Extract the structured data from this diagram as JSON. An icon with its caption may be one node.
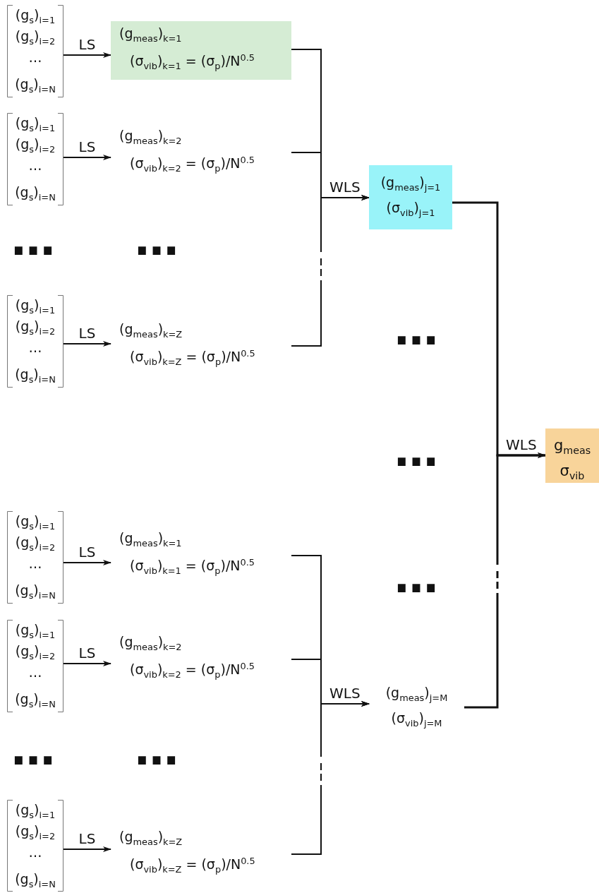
{
  "diagram": {
    "nodes": [
      {
        "text": [
          "(g$_{s}$)$_{i=1}$",
          "(g$_{s}$)$_{i=2}$",
          "…",
          "(g$_{s}$)$_{i=N}$"
        ]
      },
      {
        "text": [
          "(g$_{meas}$)$_{k=1}$",
          "(σ$_{vib}$)$_{k=1}$ = (σ$_{p}$)/N$^{0.5}$"
        ]
      },
      {
        "text": [
          "(g$_{s}$)$_{i=1}$",
          "(g$_{s}$)$_{i=2}$",
          "…",
          "(g$_{s}$)$_{i=N}$"
        ]
      },
      {
        "text": [
          "(g$_{meas}$)$_{k=2}$",
          "(σ$_{vib}$)$_{k=2}$ = (σ$_{p}$)/N$^{0.5}$"
        ]
      },
      {
        "text": [
          "(g$_{s}$)$_{i=1}$",
          "(g$_{s}$)$_{i=2}$",
          "…",
          "(g$_{s}$)$_{i=N}$"
        ]
      },
      {
        "text": [
          "(g$_{meas}$)$_{k=Z}$",
          "(σ$_{vib}$)$_{k=Z}$ = (σ$_{p}$)/N$^{0.5}$"
        ]
      },
      {
        "text": [
          "(g$_{meas}$)$_{j=1}$",
          "(σ$_{vib}$)$_{j=1}$"
        ]
      },
      {
        "text": [
          "(g$_{s}$)$_{i=1}$",
          "(g$_{s}$)$_{i=2}$",
          "…",
          "(g$_{s}$)$_{i=N}$"
        ]
      },
      {
        "text": [
          "(g$_{meas}$)$_{k=1}$",
          "(σ$_{vib}$)$_{k=1}$ = (σ$_{p}$)/N$^{0.5}$"
        ]
      },
      {
        "text": [
          "(g$_{s}$)$_{i=1}$",
          "(g$_{s}$)$_{i=2}$",
          "…",
          "(g$_{s}$)$_{i=N}$"
        ]
      },
      {
        "text": [
          "(g$_{meas}$)$_{k=2}$",
          "(σ$_{vib}$)$_{k=2}$ = (σ$_{p}$)/N$^{0.5}$"
        ]
      },
      {
        "text": [
          "(g$_{s}$)$_{i=1}$",
          "(g$_{s}$)$_{i=2}$",
          "…",
          "(g$_{s}$)$_{i=N}$"
        ]
      },
      {
        "text": [
          "(g$_{meas}$)$_{k=Z}$",
          "(σ$_{vib}$)$_{k=Z}$ = (σ$_{p}$)/N$^{0.5}$"
        ]
      },
      {
        "text": [
          "(g$_{meas}$)$_{j=M}$",
          "(σ$_{vib}$)$_{j=M}$"
        ]
      },
      {
        "text": [
          "g$_{meas}$",
          "σ$_{vib}$"
        ]
      }
    ],
    "edges": [
      {
        "from": 0,
        "to": 1,
        "arrow": "to",
        "label": "LS"
      },
      {
        "from": 2,
        "to": 3,
        "arrow": "to",
        "label": "LS"
      },
      {
        "from": 4,
        "to": 5,
        "arrow": "to",
        "label": "LS"
      },
      {
        "from": 7,
        "to": 8,
        "arrow": "to",
        "label": "LS"
      },
      {
        "from": 9,
        "to": 10,
        "arrow": "to",
        "label": "LS"
      },
      {
        "from": 11,
        "to": 12,
        "arrow": "to",
        "label": "LS"
      },
      {
        "from": 1,
        "to": 6,
        "arrow": "to",
        "label": "WLS"
      },
      {
        "from": 3,
        "to": 6,
        "arrow": "to"
      },
      {
        "from": 5,
        "to": 6,
        "arrow": "to",
        "style": "dashed"
      },
      {
        "from": 8,
        "to": 13,
        "arrow": "to",
        "label": "WLS"
      },
      {
        "from": 10,
        "to": 13,
        "arrow": "to"
      },
      {
        "from": 12,
        "to": 13,
        "arrow": "to",
        "style": "dashed"
      },
      {
        "from": 6,
        "to": 14,
        "arrow": "to",
        "label": "WLS"
      },
      {
        "from": 13,
        "to": 14,
        "arrow": "to",
        "style": "dashed"
      }
    ],
    "labels": [
      "…",
      "…",
      "…",
      "…",
      "…",
      "…",
      "…"
    ]
  }
}
